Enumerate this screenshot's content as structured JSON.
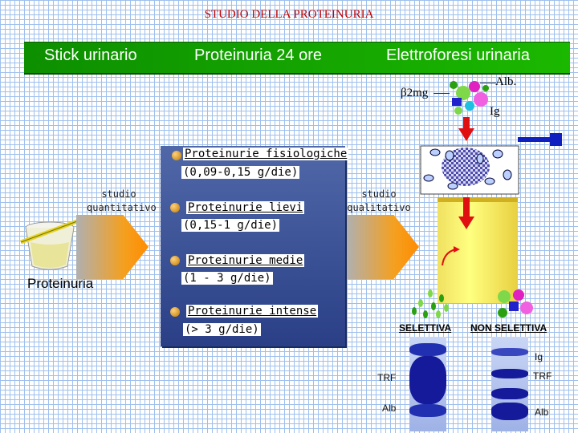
{
  "title": "STUDIO DELLA PROTEINURIA",
  "header": {
    "items": [
      "Stick urinario",
      "Proteinuria 24 ore",
      "Elettroforesi urinaria"
    ]
  },
  "left": {
    "label_quantitative": "studio quantitativo",
    "label_main": "Proteinuria"
  },
  "panel": {
    "categories": [
      {
        "title": "Proteinurie fisiologiche",
        "range": "(0,09-0,15 g/die)"
      },
      {
        "title": "Proteinurie lievi",
        "range": "(0,15-1 g/die)"
      },
      {
        "title": "Proteinurie medie",
        "range": "(1 - 3 g/die)"
      },
      {
        "title": "Proteinurie intense",
        "range": "(> 3 g/die)"
      }
    ]
  },
  "right": {
    "label_qualitative": "studio qualitativo",
    "molecules": {
      "b2mg": "β2mg",
      "alb": "Alb.",
      "ig": "Ig"
    },
    "selective": "SELETTIVA",
    "non_selective": "NON SELETTIVA",
    "gel_left_labels": [
      "TRF",
      "Alb"
    ],
    "gel_right_labels": [
      "Ig",
      "TRF",
      "Alb"
    ]
  }
}
